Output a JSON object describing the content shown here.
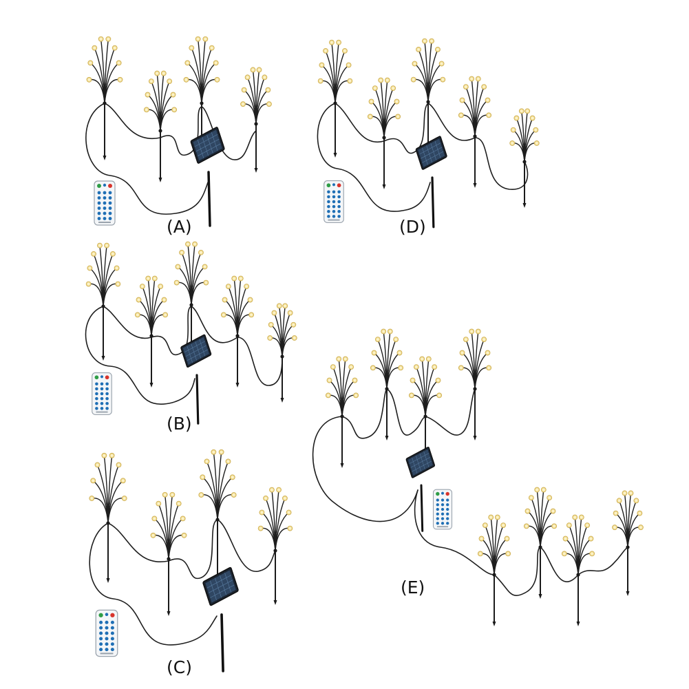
{
  "figure_labels": {
    "a": "(A)",
    "b": "(B)",
    "c": "(C)",
    "d": "(D)",
    "e": "(E)"
  },
  "colors": {
    "bulb": "#f7e7a6",
    "bulb_outline": "#c9a94a",
    "wire": "#1e1e1e",
    "panel_cells": "#2f4662"
  },
  "icons": [
    "firework-light-icon",
    "solar-panel-icon",
    "remote-control-icon"
  ]
}
